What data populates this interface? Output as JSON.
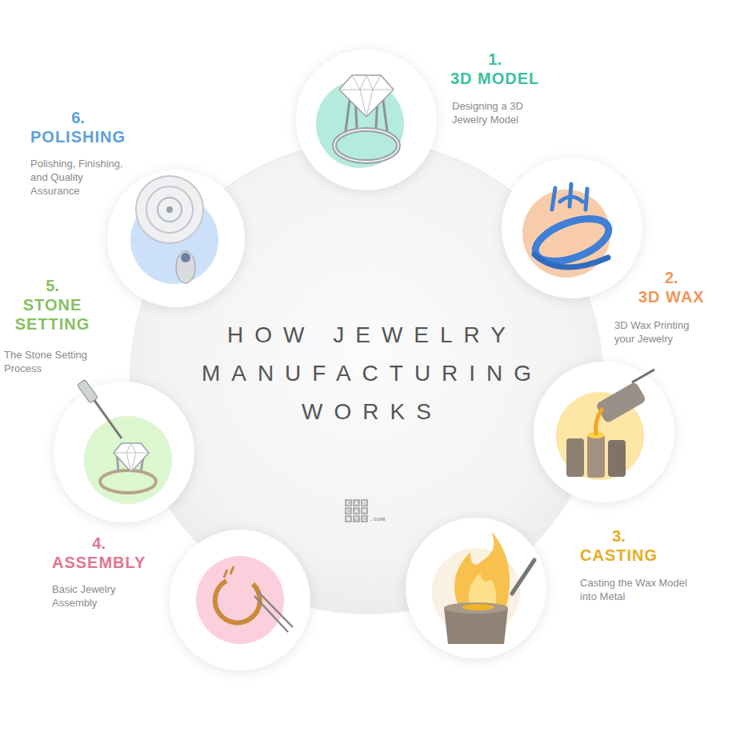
{
  "diagram": {
    "title": "HOW JEWELRY MANUFACTURING WORKS",
    "nodes": [
      {
        "text": [
          "1.",
          "3D MODEL",
          "Designing a 3D Jewelry Model"
        ]
      },
      {
        "text": [
          "2.",
          "3D WAX",
          "3D Wax Printing your Jewelry"
        ]
      },
      {
        "text": [
          "3.",
          "CASTING",
          "Casting the Wax Model into Metal"
        ]
      },
      {
        "text": [
          "4.",
          "ASSEMBLY",
          "Basic Jewelry Assembly"
        ]
      },
      {
        "text": [
          "5.",
          "STONE SETTING",
          "The Stone Setting Process"
        ]
      },
      {
        "text": [
          "6.",
          "POLISHING",
          "Polishing, Finishing, and Quality Assurance"
        ]
      }
    ],
    "labels": [
      "CAD",
      "CAM",
      "NYC",
      ".com"
    ]
  }
}
